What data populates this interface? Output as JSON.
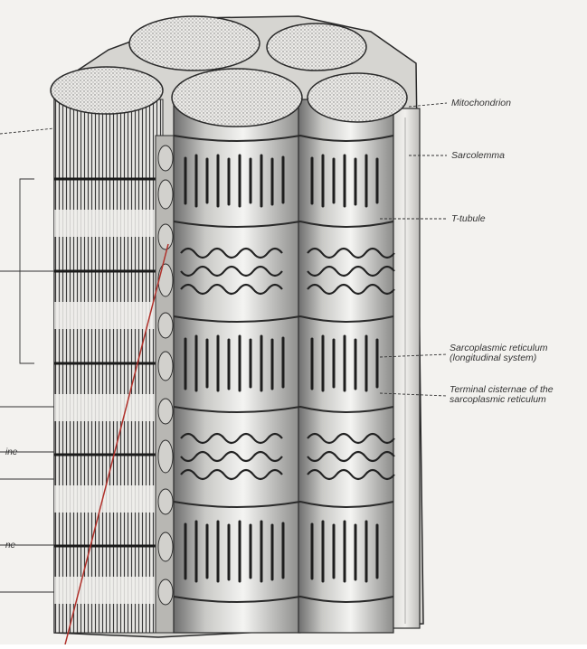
{
  "labels": {
    "mitochondrion": "Mitochondrion",
    "sarcolemma": "Sarcolemma",
    "t_tubule": "T-tubule",
    "sr_line1": "Sarcoplasmic reticulum",
    "sr_line2": "(longitudinal system)",
    "tc_line1": "Terminal cisternae of the",
    "tc_line2": "sarcoplasmic reticulum"
  },
  "partial_labels": {
    "left_upper": "ine",
    "left_lower": "ne"
  },
  "colors": {
    "paper": "#f3f2ef",
    "ink": "#2a2a2a",
    "pointer_line": "#b0302a"
  }
}
